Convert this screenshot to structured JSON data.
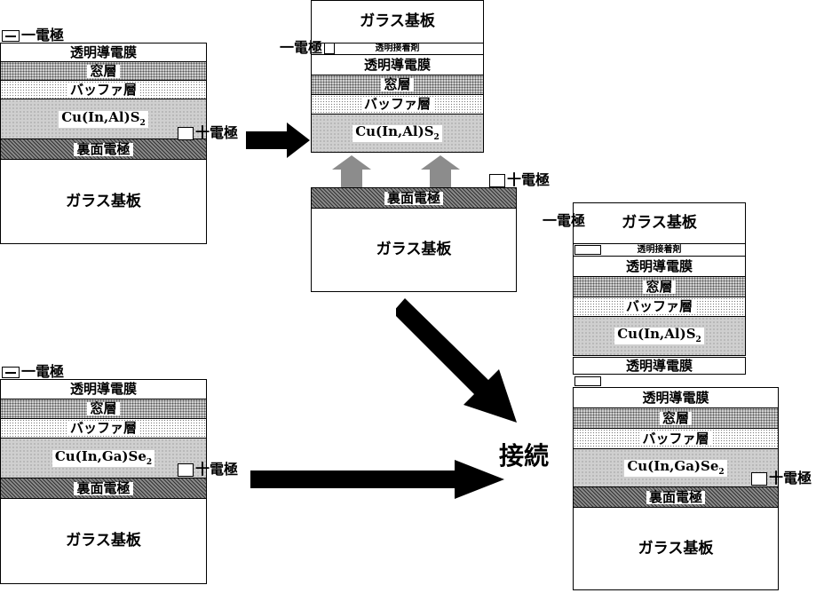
{
  "layers": {
    "glass": "ガラス基板",
    "tco": "透明導電膜",
    "window": "窓層",
    "buffer": "バッファ層",
    "back_electrode": "裏面電極",
    "adhesive": "透明接着剤",
    "absorber_s": "Cu(In,Al)S",
    "absorber_s_sub": "2",
    "absorber_se": "Cu(In,Ga)Se",
    "absorber_se_sub": "2"
  },
  "electrodes": {
    "negative": "一電極",
    "positive": "十電極"
  },
  "connect_label": "接続"
}
